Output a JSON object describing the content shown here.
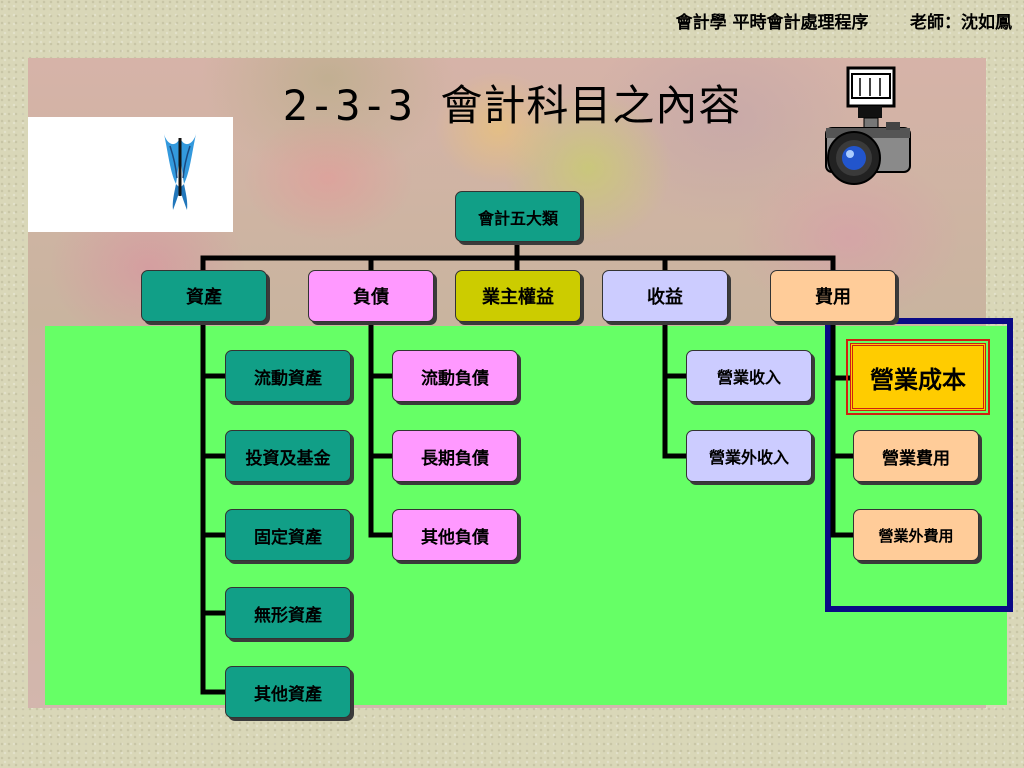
{
  "header": {
    "course": "會計學 平時會計處理程序",
    "teacher": "老師：沈如鳳"
  },
  "title": "2-3-3 會計科目之內容",
  "diagram": {
    "root": "會計五大類",
    "categories": [
      {
        "label": "資產",
        "color": "#119f87",
        "children": [
          "流動資產",
          "投資及基金",
          "固定資產",
          "無形資產",
          "其他資產"
        ]
      },
      {
        "label": "負債",
        "color": "#ff99ff",
        "children": [
          "流動負債",
          "長期負債",
          "其他負債"
        ]
      },
      {
        "label": "業主權益",
        "color": "#cccc00",
        "children": []
      },
      {
        "label": "收益",
        "color": "#ccccff",
        "children": [
          "營業收入",
          "營業外收入"
        ]
      },
      {
        "label": "費用",
        "color": "#ffcc99",
        "children": [
          "營業成本",
          "營業費用",
          "營業外費用"
        ],
        "highlighted_child": "營業成本"
      }
    ],
    "colors": {
      "panel": "#66ff66",
      "frame": "#0a0a85",
      "highlight": "#ffcc00",
      "highlight_border": "#d02010"
    }
  },
  "icons": [
    "butterfly-icon",
    "camera-icon"
  ]
}
